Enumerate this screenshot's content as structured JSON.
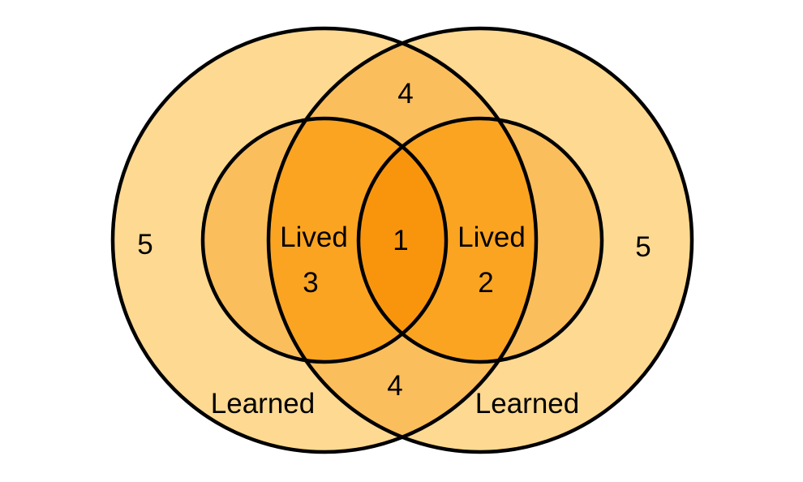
{
  "page": {
    "background": "#FFFFFF"
  },
  "colors": {
    "outline": "#000000",
    "text": "#000000",
    "depth1": "#FDD992",
    "depth2": "#FBBE5C",
    "depth3": "#FBA421",
    "depth4": "#F9950D"
  },
  "diagram": {
    "type": "venn",
    "description": "Four-set Venn diagram: two large overlapping 'Learned' circles, each containing a smaller 'Lived' circle; the two 'Lived' circles overlap in the center.",
    "regions": [
      {
        "region": "learned-left-only",
        "value": "5"
      },
      {
        "region": "learned-right-only",
        "value": "5"
      },
      {
        "region": "learned-left and learned-right (top lens)",
        "value": "4"
      },
      {
        "region": "learned-left and learned-right (bottom lens)",
        "value": "4"
      },
      {
        "region": "lived-left",
        "label": "Lived",
        "value": "3"
      },
      {
        "region": "lived-right",
        "label": "Lived",
        "value": "2"
      },
      {
        "region": "lived-left and lived-right (center lens)",
        "value": "1"
      }
    ]
  },
  "labels": {
    "left_outer_value": "5",
    "right_outer_value": "5",
    "top_overlap_value": "4",
    "bottom_overlap_value": "4",
    "lived_left_label": "Lived",
    "lived_left_value": "3",
    "lived_right_label": "Lived",
    "lived_right_value": "2",
    "center_value": "1",
    "learned_left_label": "Learned",
    "learned_right_label": "Learned"
  }
}
